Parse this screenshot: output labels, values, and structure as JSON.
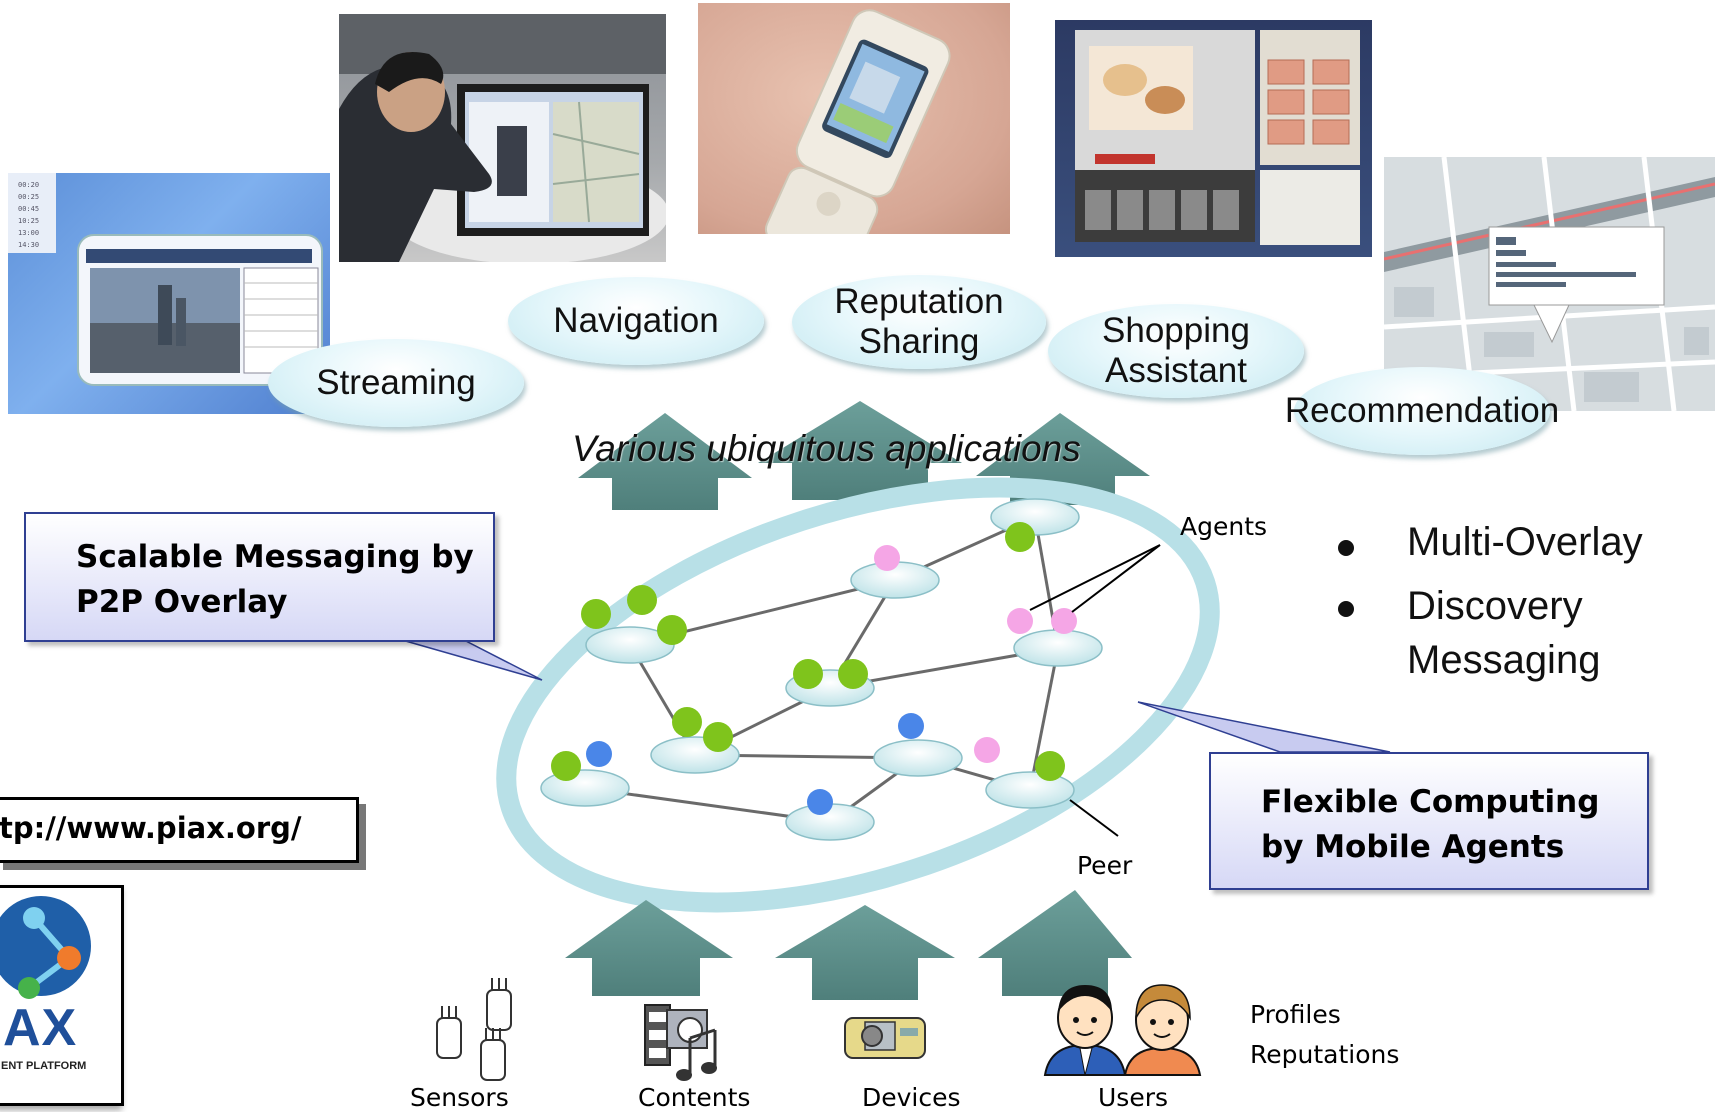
{
  "applications": {
    "streaming": "Streaming",
    "navigation": "Navigation",
    "reputation_line1": "Reputation",
    "reputation_line2": "Sharing",
    "shopping_line1": "Shopping",
    "shopping_line2": "Assistant",
    "recommendation": "Recommendation",
    "caption": "Various ubiquitous applications"
  },
  "callouts": {
    "messaging_line1": "Scalable Messaging by",
    "messaging_line2": "P2P Overlay",
    "computing_line1": "Flexible Computing",
    "computing_line2": "by Mobile Agents"
  },
  "network": {
    "agents_label": "Agents",
    "peer_label": "Peer",
    "colors": {
      "ring": "#b5dfe6",
      "node": "#d4ecef",
      "green_agent": "#7fc41c",
      "pink_agent": "#f4a3e6",
      "blue_agent": "#4a86e8"
    }
  },
  "bullets": [
    "Multi-Overlay",
    "Discovery",
    "Messaging"
  ],
  "sources": {
    "sensors": "Sensors",
    "contents": "Contents",
    "devices": "Devices",
    "users": "Users",
    "profiles": "Profiles",
    "reputations": "Reputations"
  },
  "url": "tp://www.piax.org/",
  "logo": {
    "text": "AX",
    "subtext": "ENT PLATFORM"
  }
}
